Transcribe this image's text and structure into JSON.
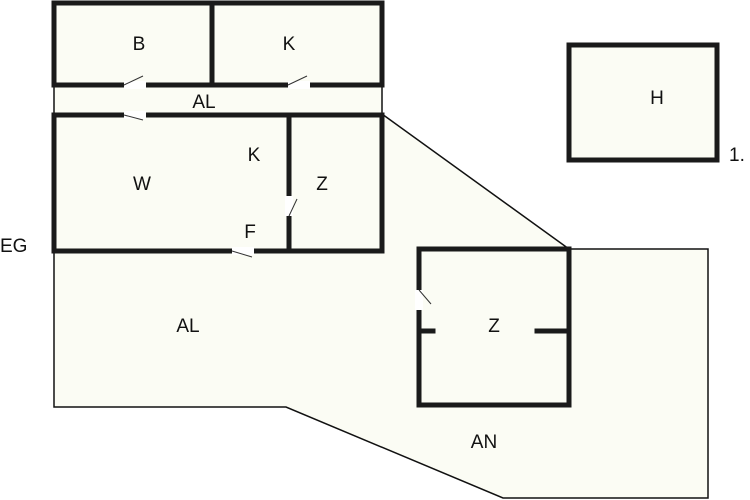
{
  "floor_plan": {
    "rooms": {
      "bath": "B",
      "kitchen_upper": "K",
      "hallway": "AL",
      "living": "W",
      "kitchen_lower": "K",
      "room_right": "Z",
      "entrance": "F",
      "annex_room": "Z",
      "shed": "H"
    },
    "outdoor": {
      "yard": "AL",
      "annex_area": "AN"
    },
    "floor_tags": {
      "ground_floor": "EG",
      "first_floor": "1."
    }
  }
}
